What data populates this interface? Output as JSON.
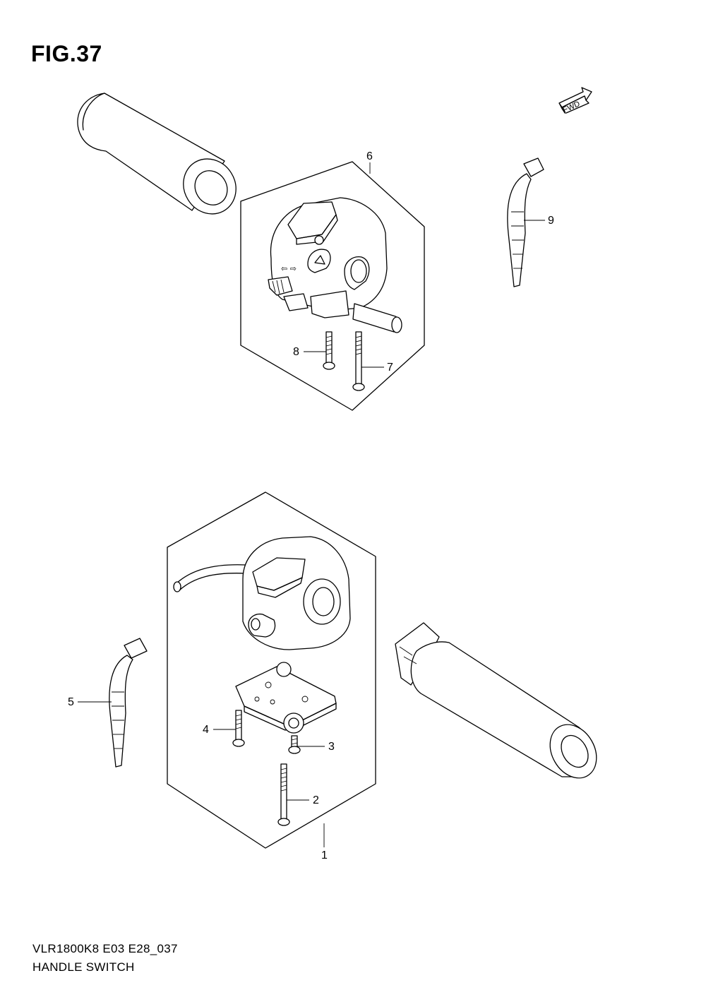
{
  "figure": {
    "title": "FIG.37"
  },
  "fwd_label": "FWD",
  "callouts": [
    {
      "id": "1",
      "label": "1"
    },
    {
      "id": "2",
      "label": "2"
    },
    {
      "id": "3",
      "label": "3"
    },
    {
      "id": "4",
      "label": "4"
    },
    {
      "id": "5",
      "label": "5"
    },
    {
      "id": "6",
      "label": "6"
    },
    {
      "id": "7",
      "label": "7"
    },
    {
      "id": "8",
      "label": "8"
    },
    {
      "id": "9",
      "label": "9"
    }
  ],
  "footer": {
    "model_code": "VLR1800K8 E03 E28_037",
    "caption": "HANDLE SWITCH"
  }
}
